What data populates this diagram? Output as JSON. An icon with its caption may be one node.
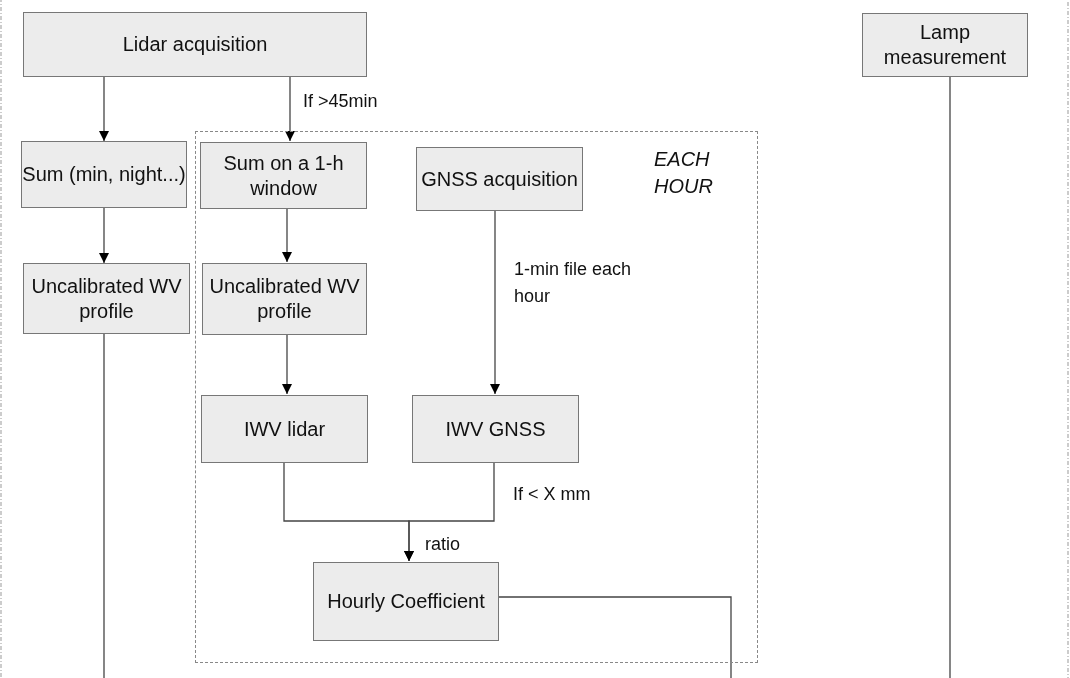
{
  "diagram": {
    "nodes": [
      {
        "text": [
          "Lidar acquisition"
        ]
      },
      {
        "text": [
          "Lamp measurement"
        ]
      },
      {
        "text": [
          "Sum (min, night...)"
        ]
      },
      {
        "text": [
          "Uncalibrated WV profile"
        ]
      },
      {
        "text": [
          "EACH HOUR"
        ]
      },
      {
        "text": [
          "Sum on a 1-h window"
        ],
        "in": 4
      },
      {
        "text": [
          "GNSS acquisition"
        ],
        "in": 4
      },
      {
        "text": [
          "Uncalibrated WV profile"
        ],
        "in": 4
      },
      {
        "text": [
          "IWV lidar"
        ],
        "in": 4
      },
      {
        "text": [
          "IWV GNSS"
        ],
        "in": 4
      },
      {
        "text": [
          "Hourly Coefficient"
        ],
        "in": 4
      }
    ],
    "edges": [
      {
        "from": 0,
        "to": 2,
        "arrow": "to"
      },
      {
        "from": 0,
        "to": 5,
        "arrow": "to",
        "label": "If  >45min"
      },
      {
        "from": 2,
        "to": 3,
        "arrow": "to"
      },
      {
        "from": 5,
        "to": 7,
        "arrow": "to"
      },
      {
        "from": 7,
        "to": 8,
        "arrow": "to"
      },
      {
        "from": 6,
        "to": 9,
        "arrow": "to",
        "label": "1-min file each hour"
      },
      {
        "from": 8,
        "to": 10,
        "arrow": "to",
        "label": "ratio"
      },
      {
        "from": 9,
        "to": 10,
        "arrow": "to",
        "label": "If  < X mm"
      },
      {
        "from": 3,
        "to": null,
        "arrow": "none"
      },
      {
        "from": 10,
        "to": null,
        "arrow": "none"
      },
      {
        "from": 1,
        "to": null,
        "arrow": "none"
      }
    ]
  }
}
